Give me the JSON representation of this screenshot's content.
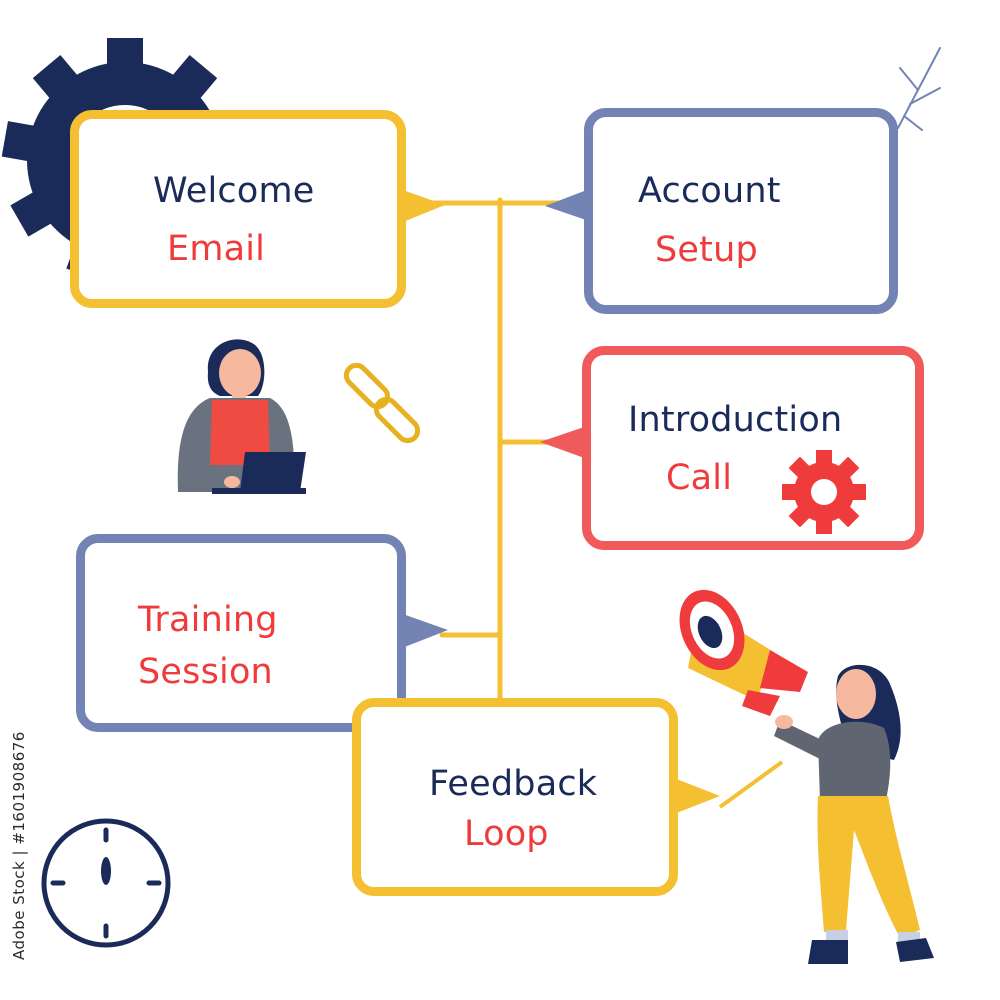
{
  "colors": {
    "yellow": "#F4BF31",
    "blue": "#7383B3",
    "red": "#F05A5A",
    "navy": "#1A2B5A",
    "text_red": "#EF3B3B"
  },
  "boxes": {
    "welcome": {
      "line1": "Welcome",
      "line2": "Email"
    },
    "account": {
      "line1": "Account",
      "line2": "Setup"
    },
    "introduction": {
      "line1": "Introduction",
      "line2": "Call"
    },
    "training": {
      "line1": "Training",
      "line2": "Session"
    },
    "feedback": {
      "line1": "Feedback",
      "line2": "Loop"
    }
  },
  "watermark_id": "Adobe Stock | #1601908676",
  "icons": [
    "gear-icon",
    "link-icon",
    "clock-icon",
    "megaphone-icon",
    "person-with-laptop-icon",
    "woman-with-megaphone-icon",
    "twig-icon"
  ]
}
